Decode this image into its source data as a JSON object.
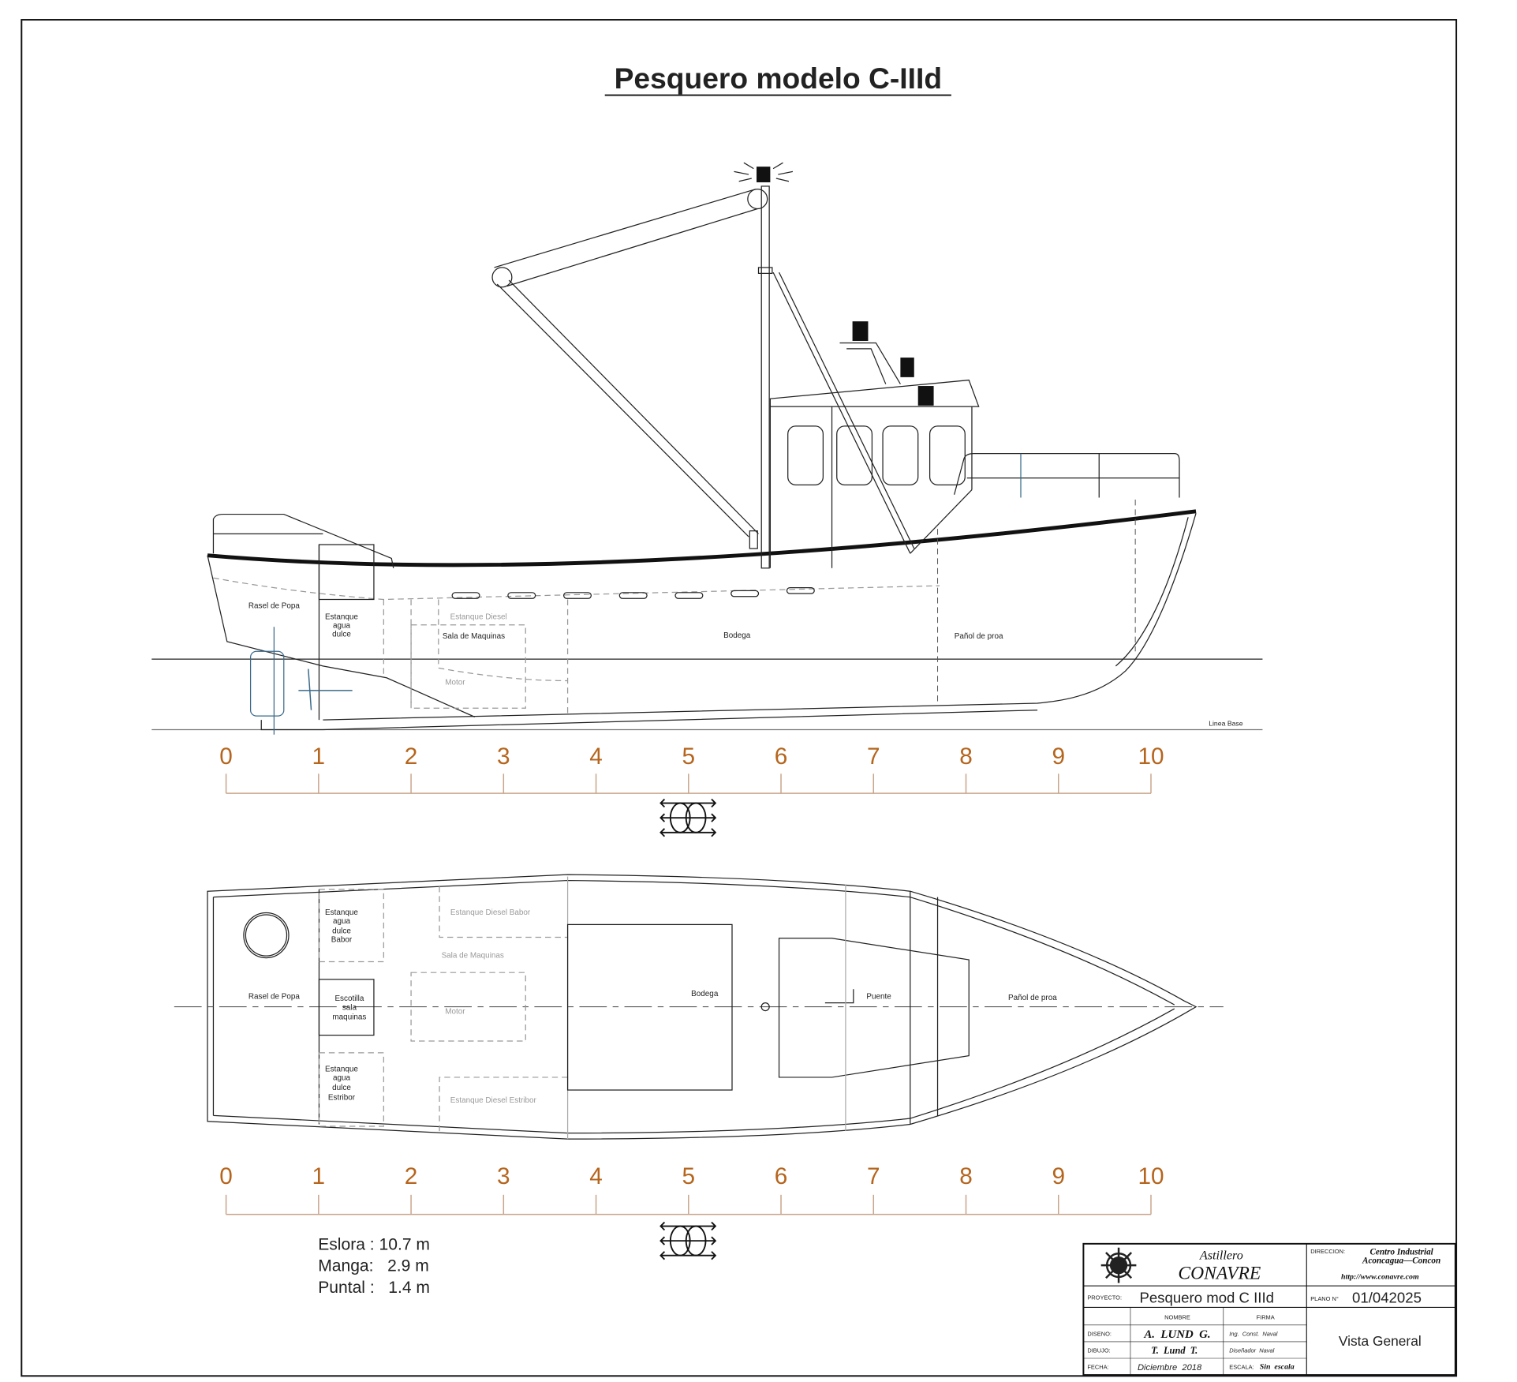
{
  "title": "Pesquero modelo C-IIId",
  "colors": {
    "scale": "#b5651d",
    "scale_line": "#c9a48a",
    "rudder": "#3a6a8a",
    "line": "#222222",
    "dashed": "#999999"
  },
  "profile": {
    "labels": {
      "rasel": "Rasel de Popa",
      "agua": [
        "Estanque",
        "agua",
        "dulce"
      ],
      "diesel": "Estanque Diesel",
      "sala": "Sala de Maquinas",
      "motor": "Motor",
      "bodega": "Bodega",
      "panol": "Pañol de proa",
      "linea_base": "Linea Base"
    }
  },
  "plan": {
    "labels": {
      "rasel": "Rasel de Popa",
      "agua_babor": [
        "Estanque",
        "agua",
        "dulce",
        "Babor"
      ],
      "escotilla": [
        "Escotilla",
        "sala",
        "maquinas"
      ],
      "agua_estribor": [
        "Estanque",
        "agua",
        "dulce",
        "Estribor"
      ],
      "diesel_babor": "Estanque Diesel Babor",
      "sala": "Sala de Maquinas",
      "motor": "Motor",
      "diesel_estribor": "Estanque Diesel  Estribor",
      "bodega": "Bodega",
      "puente": "Puente",
      "panol": "Pañol de proa"
    }
  },
  "scale_ticks": [
    "0",
    "1",
    "2",
    "3",
    "4",
    "5",
    "6",
    "7",
    "8",
    "9",
    "10"
  ],
  "dimensions": {
    "eslora": "Eslora : 10.7 m",
    "manga": "Manga:   2.9 m",
    "puntal": "Puntal :   1.4 m"
  },
  "title_block": {
    "company_line1": "Astillero",
    "company_line2": "CONAVRE",
    "direccion_label": "DIRECCION:",
    "direccion_1": "Centro Industrial",
    "direccion_2": "Aconcagua—Concon",
    "url": "http://www.conavre.com",
    "proyecto_label": "PROYECTO:",
    "proyecto": "Pesquero mod C IIId",
    "plano_label": "PLANO N°",
    "plano": "01/042025",
    "nombre_label": "NOMBRE",
    "firma_label": "FIRMA",
    "diseno_label": "DISENO:",
    "diseno_nombre": "A.  LUND  G.",
    "diseno_firma": "Ing.  Const.  Naval",
    "dibujo_label": "DIBUJO:",
    "dibujo_nombre": "T.  Lund  T.",
    "dibujo_firma": "Diseñador  Naval",
    "fecha_label": "FECHA:",
    "fecha": "Diciembre  2018",
    "escala_label": "ESCALA:",
    "escala": "Sin  escala",
    "vista": "Vista General",
    "logo_icon": "ship-wheel-icon"
  }
}
